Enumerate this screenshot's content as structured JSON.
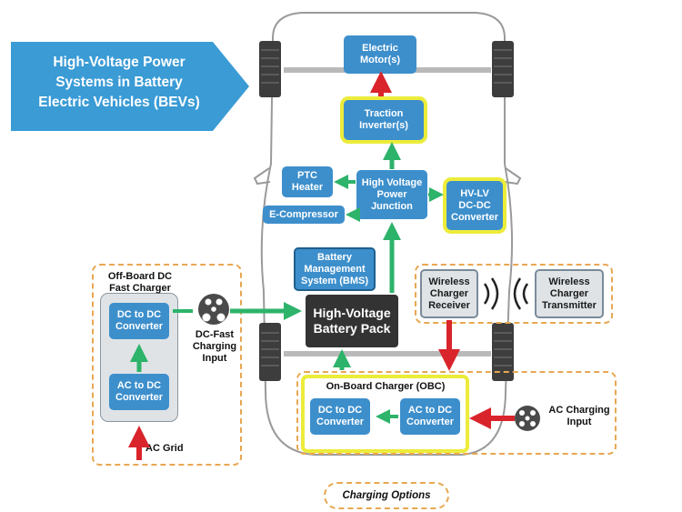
{
  "title": "High-Voltage Power\nSystems in Battery\nElectric Vehicles (BEVs)",
  "electric_motor": "Electric\nMotor(s)",
  "traction_inverter": "Traction\nInverter(s)",
  "hv_power_junction": "High Voltage\nPower\nJunction",
  "ptc_heater": "PTC\nHeater",
  "e_compressor": "E-Compressor",
  "hv_lv_converter": "HV-LV\nDC-DC\nConverter",
  "bms": "Battery\nManagement\nSystem (BMS)",
  "battery_pack": "High-Voltage\nBattery Pack",
  "off_board_title": "Off-Board DC\nFast Charger",
  "off_board_dc_dc": "DC to DC\nConverter",
  "off_board_ac_dc": "AC to DC\nConverter",
  "ac_grid": "AC Grid",
  "dc_fast_input": "DC-Fast\nCharging\nInput",
  "wireless_receiver": "Wireless\nCharger\nReceiver",
  "wireless_transmitter": "Wireless\nCharger\nTransmitter",
  "obc_title": "On-Board Charger (OBC)",
  "obc_dc_dc": "DC to DC\nConverter",
  "obc_ac_dc": "AC to DC\nConverter",
  "ac_charging_input": "AC Charging\nInput",
  "charging_options": "Charging Options",
  "colors": {
    "box_blue": "#3d8fcc",
    "title_blue": "#3a9bd5",
    "highlight_yellow": "#ecec3a",
    "arrow_green": "#2db36a",
    "arrow_red": "#d9242b",
    "battery_dark": "#333333",
    "dashed_orange": "#e8a752"
  }
}
